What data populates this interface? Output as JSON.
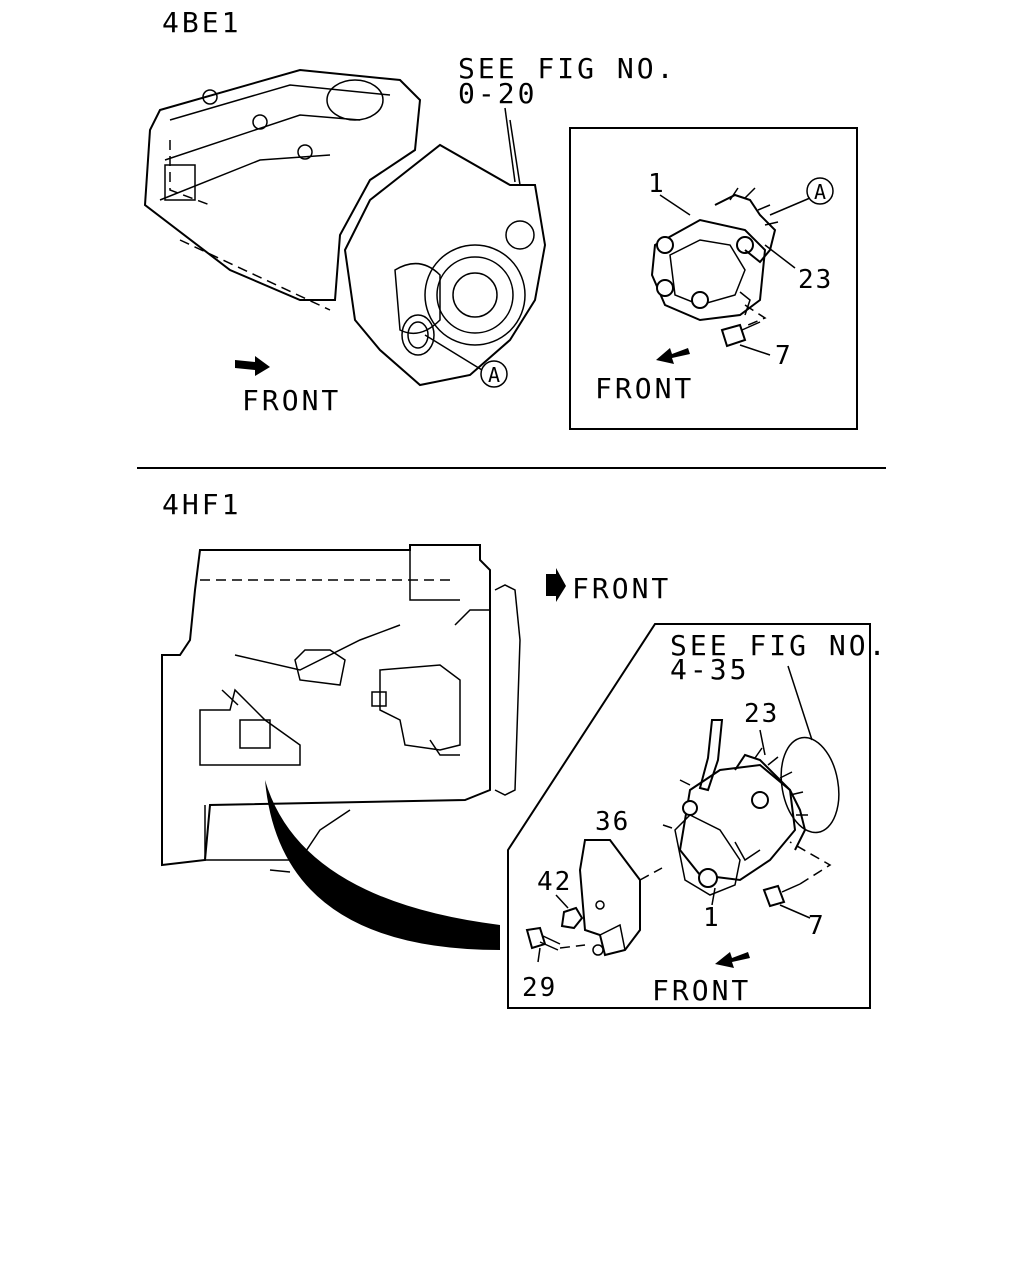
{
  "top_section": {
    "engine_code": "4BE1",
    "see_fig_line1": "SEE FIG NO.",
    "see_fig_line2": "0-20",
    "callout_a_main": "A",
    "front_main": "FRONT",
    "detail": {
      "part_1": "1",
      "callout_a": "A",
      "part_23": "23",
      "part_7": "7",
      "front": "FRONT"
    }
  },
  "bottom_section": {
    "engine_code": "4HF1",
    "front_main": "FRONT",
    "detail": {
      "see_fig_line1": "SEE FIG NO.",
      "see_fig_line2": "4-35",
      "part_23": "23",
      "part_36": "36",
      "part_42": "42",
      "part_1": "1",
      "part_7": "7",
      "part_29": "29",
      "front": "FRONT"
    }
  }
}
